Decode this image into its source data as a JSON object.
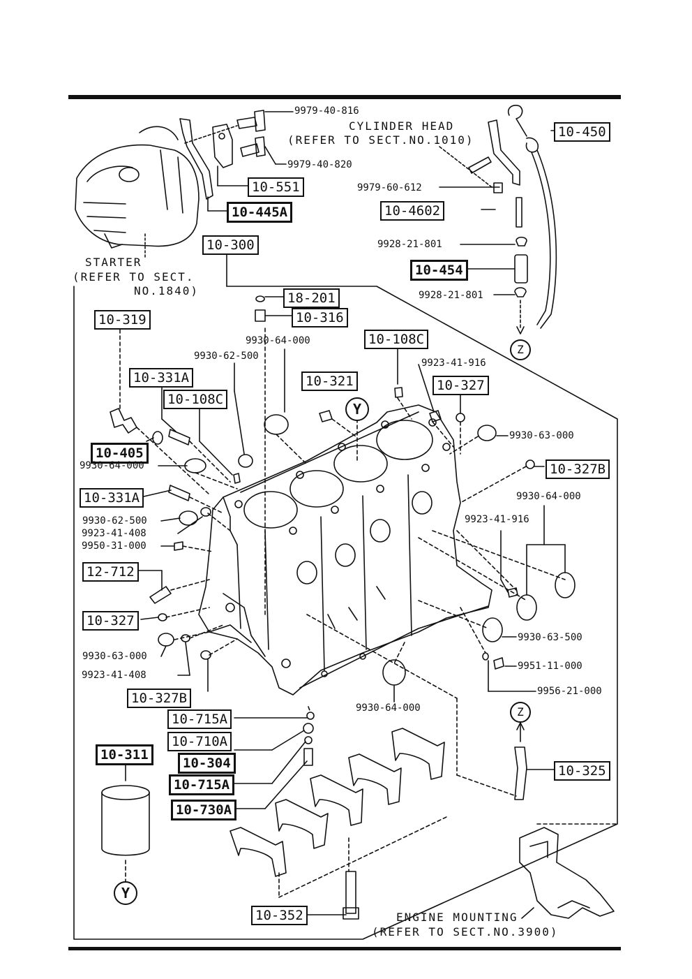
{
  "parts": {
    "p9979_40_816": "9979-40-816",
    "p9979_40_820": "9979-40-820",
    "p10_551": "10-551",
    "p10_445A": "10-445A",
    "p10_450": "10-450",
    "p9979_60_612": "9979-60-612",
    "p10_4602": "10-4602",
    "p9928_21_801_a": "9928-21-801",
    "p10_454": "10-454",
    "p9928_21_801_b": "9928-21-801",
    "p10_300": "10-300",
    "p18_201": "18-201",
    "p10_316": "10-316",
    "p9930_64_000_a": "9930-64-000",
    "p10_319": "10-319",
    "p10_108C_a": "10-108C",
    "p9930_62_500_a": "9930-62-500",
    "p9923_41_916_a": "9923-41-916",
    "p10_331A_a": "10-331A",
    "p10_321": "10-321",
    "p10_327_a": "10-327",
    "p10_108C_b": "10-108C",
    "p9930_63_000_a": "9930-63-000",
    "p10_405": "10-405",
    "p9930_64_000_b": "9930-64-000",
    "p10_327B_a": "10-327B",
    "p10_331A_b": "10-331A",
    "p9930_64_000_c": "9930-64-000",
    "p9930_62_500_b": "9930-62-500",
    "p9923_41_408_a": "9923-41-408",
    "p9923_41_916_b": "9923-41-916",
    "p9950_31_000": "9950-31-000",
    "p12_712": "12-712",
    "p10_327_b": "10-327",
    "p9930_63_500": "9930-63-500",
    "p9930_63_000_b": "9930-63-000",
    "p9951_11_000": "9951-11-000",
    "p9923_41_408_b": "9923-41-408",
    "p9956_21_000": "9956-21-000",
    "p10_327B_b": "10-327B",
    "p9930_64_000_d": "9930-64-000",
    "p10_715A_a": "10-715A",
    "p10_710A": "10-710A",
    "p10_311": "10-311",
    "p10_304": "10-304",
    "p10_325": "10-325",
    "p10_715A_b": "10-715A",
    "p10_730A": "10-730A",
    "p10_352": "10-352"
  },
  "notes": {
    "cylinder_head_1": "CYLINDER HEAD",
    "cylinder_head_2": "(REFER TO SECT.NO.1010)",
    "starter_1": "STARTER",
    "starter_2": "(REFER TO SECT.",
    "starter_3": "NO.1840)",
    "engine_mount_1": "ENGINE MOUNTING",
    "engine_mount_2": "(REFER TO SECT.NO.3900)"
  },
  "refs": {
    "z_top": "Z",
    "y_block": "Y",
    "z_bottom": "Z",
    "y_bottom": "Y"
  }
}
